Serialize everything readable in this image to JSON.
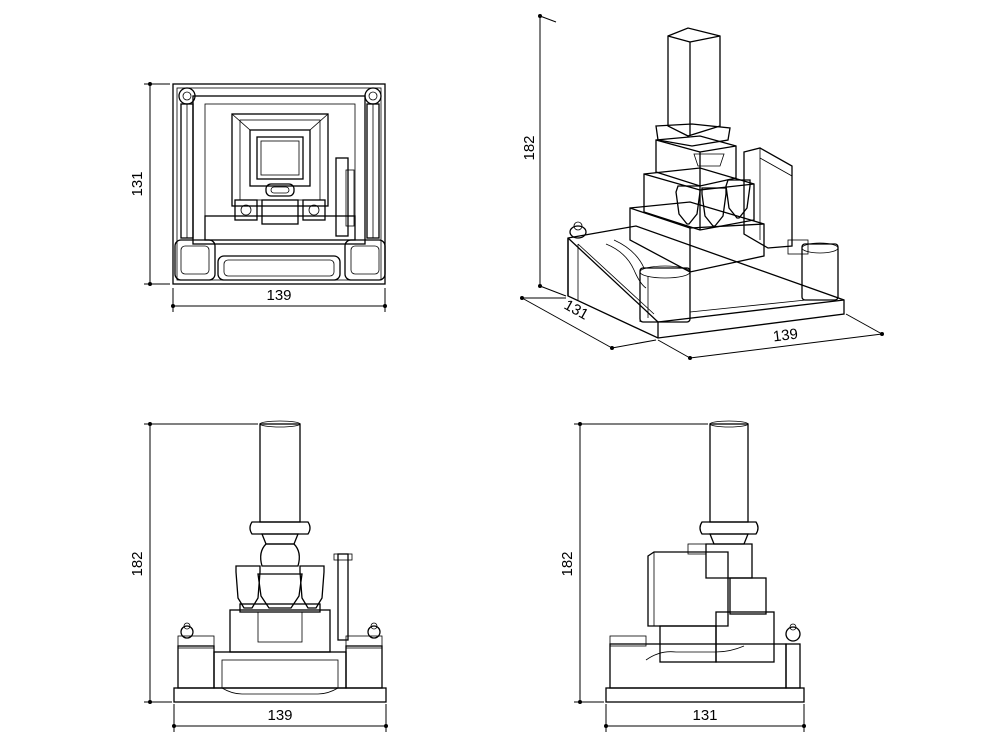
{
  "views": {
    "plan": {
      "width_label": "139",
      "depth_label": "131"
    },
    "isometric": {
      "height_label": "182",
      "depth_label": "131",
      "width_label": "139"
    },
    "front": {
      "height_label": "182",
      "width_label": "139"
    },
    "side": {
      "height_label": "182",
      "width_label": "131"
    }
  },
  "colors": {
    "line": "#000000",
    "background": "#ffffff"
  }
}
